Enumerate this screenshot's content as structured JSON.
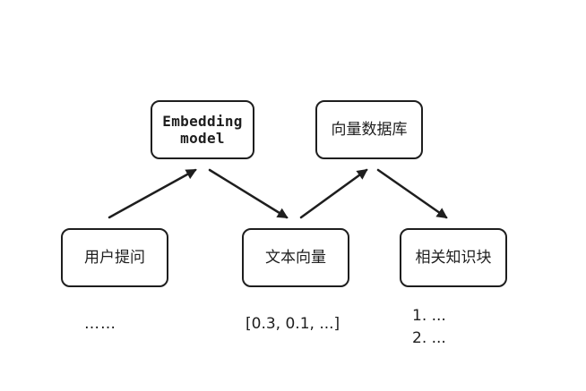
{
  "nodes": {
    "embedding_model": "Embedding\nmodel",
    "vector_db": "向量数据库",
    "user_query": "用户提问",
    "text_vector": "文本向量",
    "relevant_chunks": "相关知识块"
  },
  "notes": {
    "query_example": "……",
    "vector_example": "[0.3, 0.1, ...]",
    "chunks_line_1": "1. ...",
    "chunks_line_2": "2. ..."
  }
}
